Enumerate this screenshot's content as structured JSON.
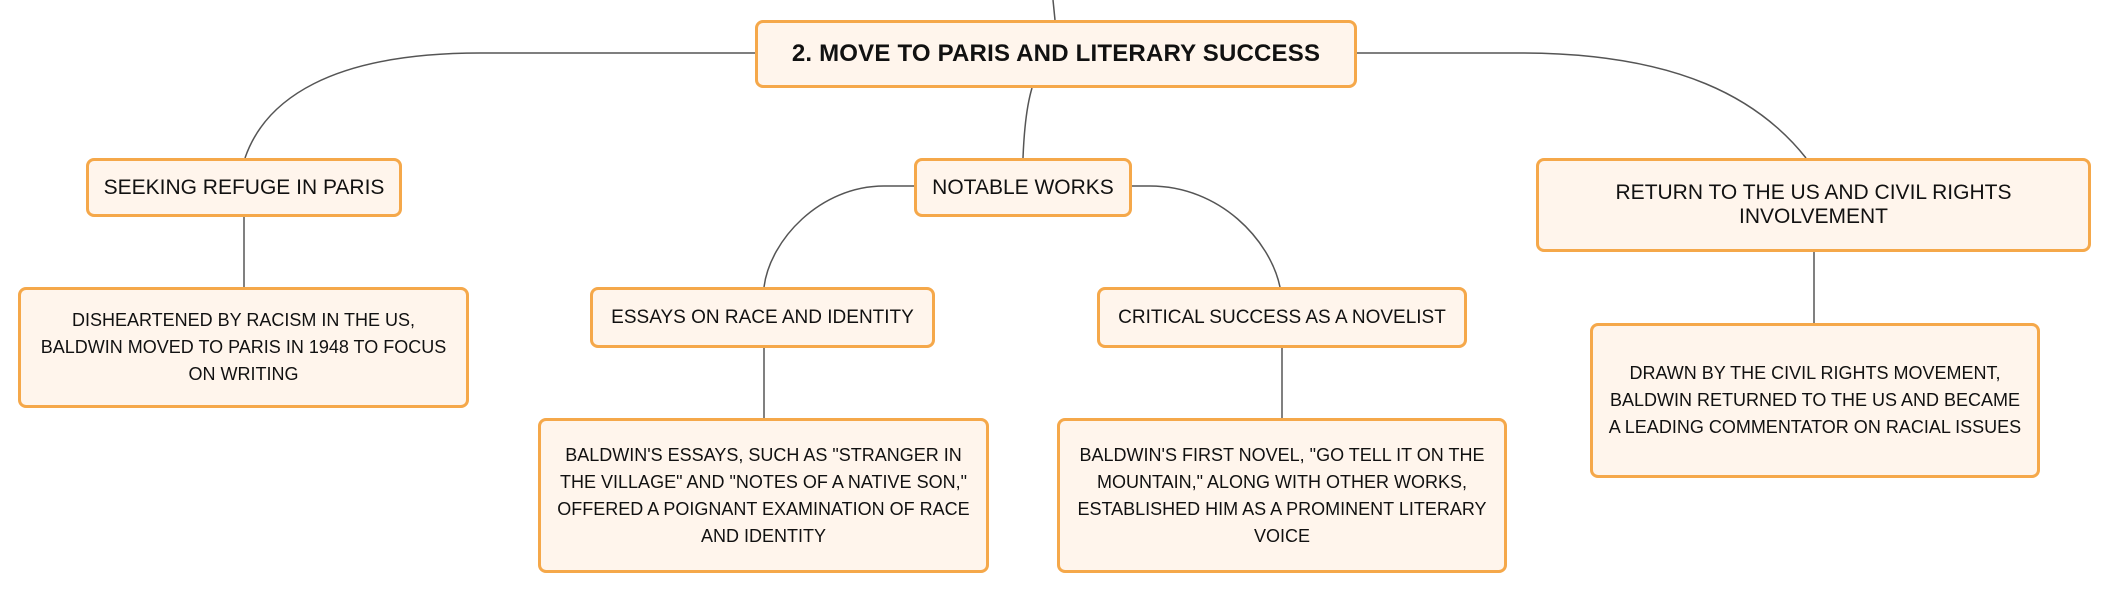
{
  "diagram": {
    "root": {
      "label": "2. MOVE TO PARIS AND LITERARY SUCCESS"
    },
    "branches": [
      {
        "label": "SEEKING REFUGE IN PARIS",
        "detail": "DISHEARTENED BY RACISM IN THE US, BALDWIN MOVED TO PARIS IN 1948 TO FOCUS ON WRITING"
      },
      {
        "label": "NOTABLE WORKS",
        "children": [
          {
            "label": "ESSAYS ON RACE AND IDENTITY",
            "detail": "BALDWIN'S ESSAYS, SUCH AS \"STRANGER IN THE VILLAGE\" AND \"NOTES OF A NATIVE SON,\" OFFERED A POIGNANT EXAMINATION OF RACE AND IDENTITY"
          },
          {
            "label": "CRITICAL SUCCESS AS A NOVELIST",
            "detail": "BALDWIN'S FIRST NOVEL, \"GO TELL IT ON THE MOUNTAIN,\" ALONG WITH OTHER WORKS, ESTABLISHED HIM AS A PROMINENT LITERARY VOICE"
          }
        ]
      },
      {
        "label": "RETURN TO THE US AND CIVIL RIGHTS INVOLVEMENT",
        "detail": "DRAWN BY THE CIVIL RIGHTS MOVEMENT, BALDWIN RETURNED TO THE US AND BECAME A LEADING COMMENTATOR ON RACIAL ISSUES"
      }
    ]
  },
  "colors": {
    "node_fill": "#fff5ec",
    "node_border": "#f5a84a",
    "connector": "#555555",
    "text": "#111111"
  }
}
